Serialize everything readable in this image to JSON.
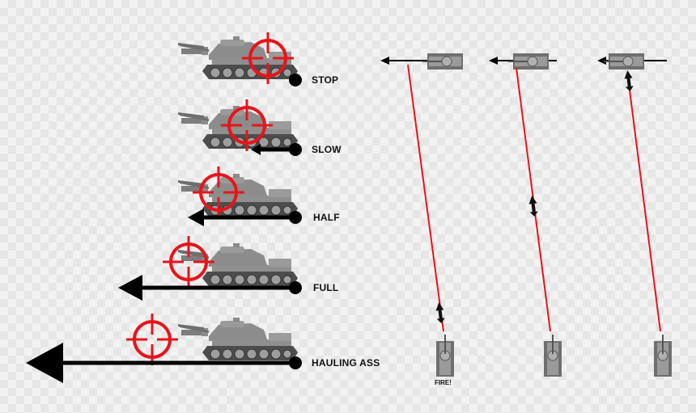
{
  "speed_labels": {
    "stop": "STOP",
    "slow": "SLOW",
    "half": "HALF",
    "full": "FULL",
    "hauling": "HAULING ASS"
  },
  "fire_label": "FIRE!",
  "icons": {
    "tank": "tank-icon",
    "crosshair": "crosshair-icon",
    "shell": "shell-icon"
  },
  "colors": {
    "crosshair": "#e8141b",
    "tracer": "#e8141b",
    "arrow": "#000000",
    "tank_body": "#8c8c8c",
    "tank_dark": "#4a4a4a"
  }
}
